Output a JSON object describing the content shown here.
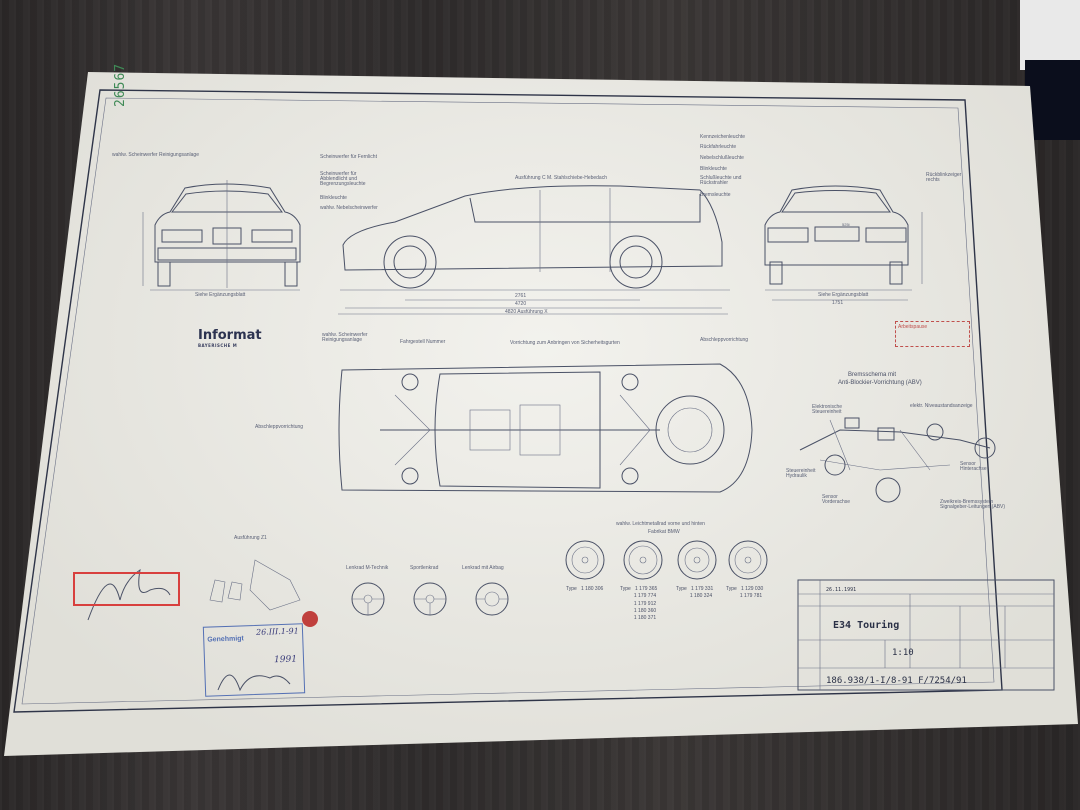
{
  "document_number": "26567",
  "stamp_info": {
    "title": "Informat",
    "subtitle": "BAYERISCHE M"
  },
  "front_view": {
    "labels": [
      "wahlw. Scheinwerfer Reinigungsanlage",
      "Scheinwerfer für Fernlicht",
      "Scheinwerfer für Abblendlicht und Begrenzungsleuchte",
      "Blinkleuchte",
      "wahlw. Nebelscheinwerfer"
    ],
    "bottom_label": "Siehe Ergänzungsblatt"
  },
  "side_view": {
    "top_label": "Ausführung C M. Stahlschiebe-Hebedach",
    "dim_wheelbase": "2761",
    "dim_total": "4720",
    "dim_bottom": "4820 Ausführung X"
  },
  "rear_view": {
    "labels": [
      "Kennzeichenleuchte",
      "Rückfahrleuchte",
      "Nebelschlußleuchte",
      "Blinkleuchte",
      "Schlußleuchte und Rückstrahler",
      "Bremsleuchte",
      "Rückblinkzeiger rechts"
    ],
    "bottom_label": "Siehe Ergänzungsblatt",
    "dim_width": "1751",
    "badge": "525i"
  },
  "plan_view": {
    "labels": [
      "wahlw. Scheinwerfer Reinigungsanlage",
      "Fahrgestell Nummer",
      "Vorrichtung zum Anbringen von Sicherheitsgurten",
      "Abschleppvorrichtung",
      "Abschleppvorrichtung"
    ]
  },
  "abs_diagram": {
    "title": "Bremsschema mit",
    "subtitle": "Anti-Blockier-Vorrichtung (ABV)",
    "labels": [
      "Elektronische Steuereinheit",
      "elektr. Niveaustandsanzeige",
      "Steuereinheit Hydraulik",
      "Sensor Hinterachse",
      "Sensor Vorderachse",
      "Zweikreis-Bremssystem Signalgeber-Leitungen (ABV)"
    ]
  },
  "red_stamp_text": "Arbeitspause",
  "detail": {
    "label": "Ausführung Z1",
    "steering": [
      "Lenkrad M-Technik",
      "Sportlenkrad",
      "Lenkrad mit Airbag"
    ]
  },
  "wheels": {
    "header": "wahlw. Leichtmetallrad vorne und hinten",
    "header_sub": "Fabrikat BMW",
    "types": [
      "Type   1 180 306",
      "Type   1 179 365\n          1 179 774\n          1 179 912\n          1 180 360\n          1 180 371",
      "Type   1 179 331\n          1 180 324",
      "Type   1 129 030\n          1 179 781"
    ]
  },
  "approval_stamp": {
    "line1": "Genehmigt",
    "date_hand": "26.III.1-91",
    "date": "1991"
  },
  "title_block": {
    "date": "26.11.1991",
    "title": "E34 Touring",
    "scale": "1:10",
    "drawing_number": "186.938/1-I/8-91 F/7254/91"
  }
}
